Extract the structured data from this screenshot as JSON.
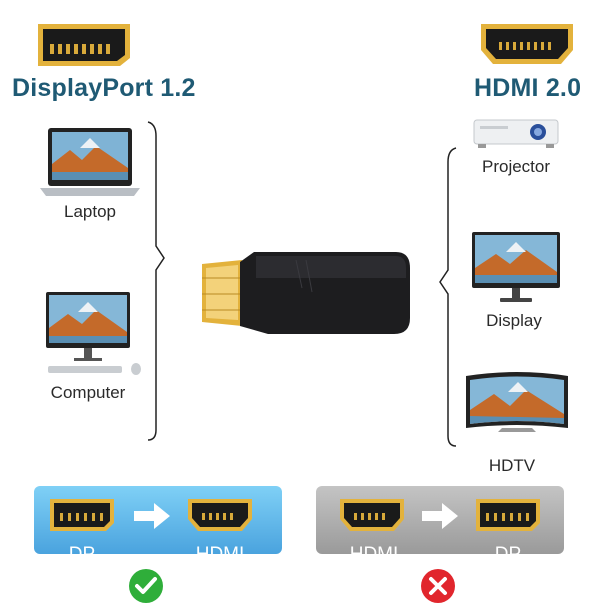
{
  "left": {
    "title": "DisplayPort 1.2",
    "devices": [
      {
        "label": "Laptop",
        "icon": "laptop-icon"
      },
      {
        "label": "Computer",
        "icon": "computer-icon"
      }
    ]
  },
  "right": {
    "title": "HDMI 2.0",
    "devices": [
      {
        "label": "Projector",
        "icon": "projector-icon"
      },
      {
        "label": "Display",
        "icon": "monitor-icon"
      },
      {
        "label": "HDTV",
        "icon": "tv-icon"
      }
    ]
  },
  "conversion": {
    "supported": {
      "from": "DP",
      "to": "HDMI",
      "status": "check-icon"
    },
    "unsupported": {
      "from": "HDMI",
      "to": "DP",
      "status": "cross-icon"
    }
  },
  "colors": {
    "title": "#1f5a74",
    "supported_panel": "#5fb6ea",
    "unsupported_panel": "#a8a8a8",
    "check": "#2fae3a",
    "cross": "#e1262d",
    "gold": "#e3b23c"
  }
}
